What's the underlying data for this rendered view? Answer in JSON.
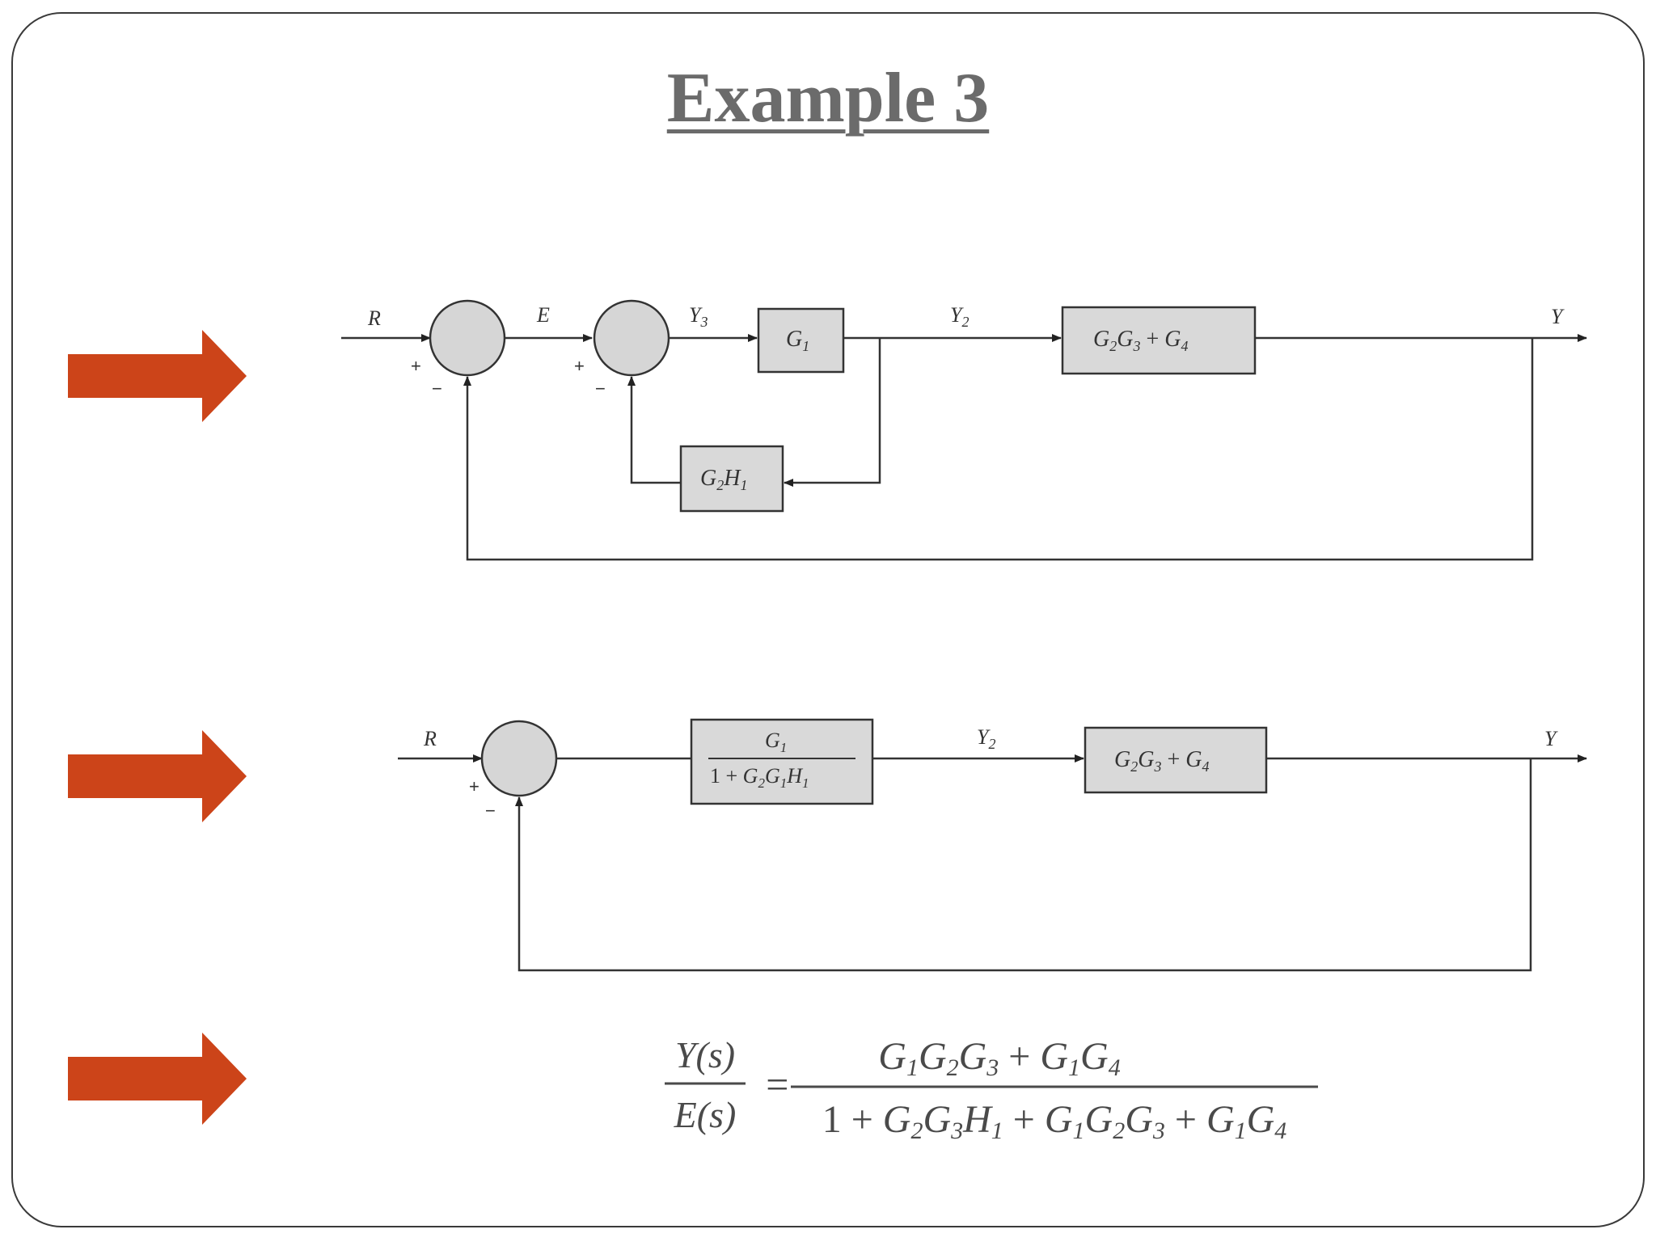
{
  "slide": {
    "title": "Example 3"
  },
  "diagram1": {
    "signals": {
      "input": "R",
      "error": "E",
      "y3": "Y",
      "y3_sub": "3",
      "y2": "Y",
      "y2_sub": "2",
      "output": "Y"
    },
    "blocks": {
      "g1": {
        "base": "G",
        "sub": "1"
      },
      "forward": {
        "t1": "G",
        "s1": "2",
        "t2": "G",
        "s2": "3",
        "op": " + ",
        "t3": "G",
        "s3": "4"
      },
      "feedback": {
        "t1": "G",
        "s1": "2",
        "t2": "H",
        "s2": "1"
      }
    },
    "signs": {
      "plus": "+",
      "minus": "−"
    }
  },
  "diagram2": {
    "signals": {
      "input": "R",
      "y2": "Y",
      "y2_sub": "2",
      "output": "Y"
    },
    "blocks": {
      "reduced": {
        "num_base": "G",
        "num_sub": "1",
        "den_one": "1 + ",
        "d1": "G",
        "ds1": "2",
        "d2": "G",
        "ds2": "1",
        "d3": "H",
        "ds3": "1"
      },
      "forward": {
        "t1": "G",
        "s1": "2",
        "t2": "G",
        "s2": "3",
        "op": " + ",
        "t3": "G",
        "s3": "4"
      }
    },
    "signs": {
      "plus": "+",
      "minus": "−"
    }
  },
  "equation": {
    "lhs_num": "Y(s)",
    "lhs_den": "E(s)",
    "equals": "=",
    "num": {
      "a1": "G",
      "as1": "1",
      "a2": "G",
      "as2": "2",
      "a3": "G",
      "as3": "3",
      "op": " + ",
      "b1": "G",
      "bs1": "1",
      "b2": "G",
      "bs2": "4"
    },
    "den": {
      "one": "1 + ",
      "c1": "G",
      "cs1": "2",
      "c2": "G",
      "cs2": "3",
      "c3": "H",
      "cs3": "1",
      "op1": " + ",
      "d1": "G",
      "ds1": "1",
      "d2": "G",
      "ds2": "2",
      "d3": "G",
      "ds3": "3",
      "op2": " + ",
      "e1": "G",
      "es1": "1",
      "e2": "G",
      "es2": "4"
    }
  },
  "colors": {
    "arrow": "#cc4419",
    "block_fill": "#d9d9d9",
    "title": "#6b6b6b"
  },
  "icons": [
    "right-arrow-icon",
    "right-arrow-icon",
    "right-arrow-icon"
  ]
}
